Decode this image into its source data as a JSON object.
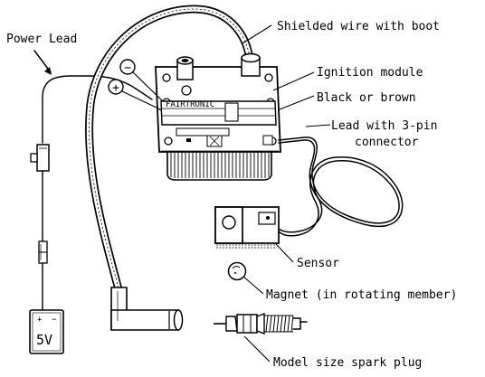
{
  "labels": {
    "power_lead": "Power Lead",
    "shielded_wire": "Shielded wire with boot",
    "ignition_module": "Ignition module",
    "black_or_brown": "Black or brown",
    "lead_3pin_line1": "Lead with 3-pin",
    "lead_3pin_line2": "connector",
    "sensor": "Sensor",
    "magnet": "Magnet (in rotating member)",
    "spark_plug": "Model size spark plug"
  },
  "module_brand": "FAIRTRONIC",
  "polarity": {
    "negative": "−",
    "positive": "+"
  },
  "battery": {
    "plus": "+",
    "minus": "−",
    "voltage": "5V"
  }
}
